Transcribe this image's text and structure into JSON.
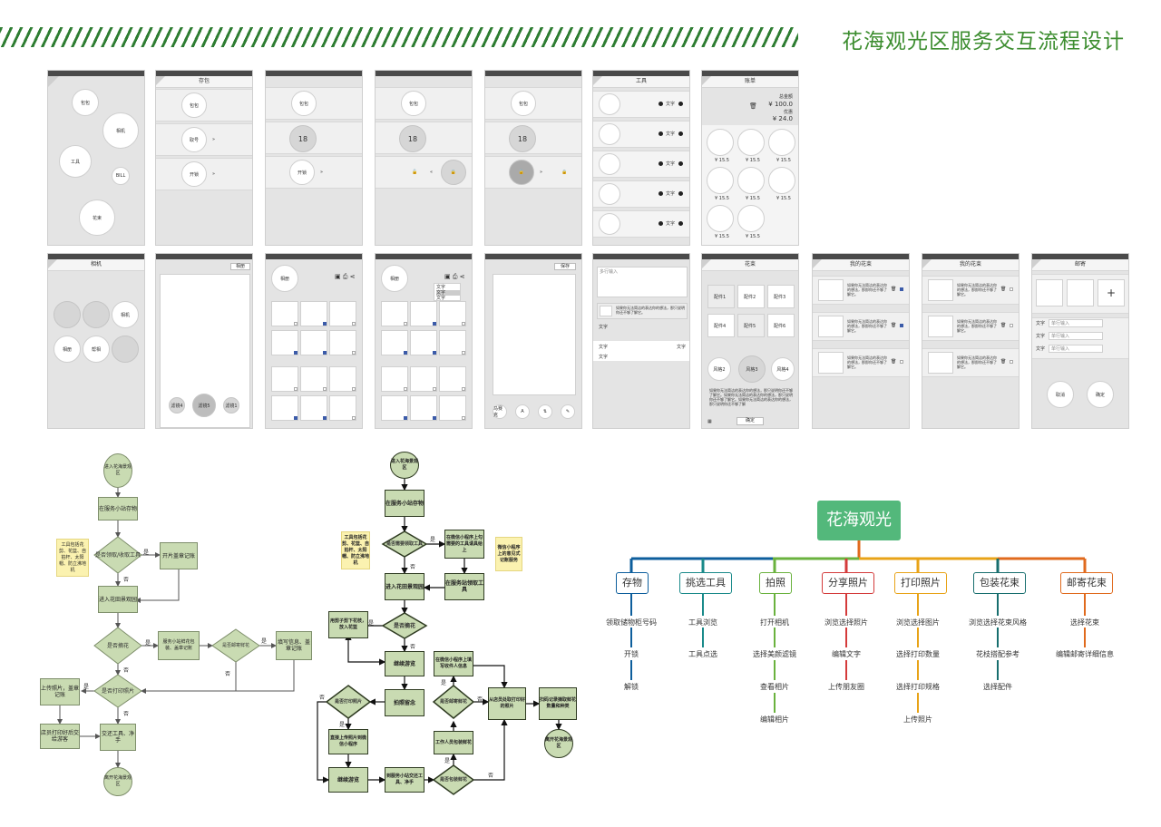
{
  "title": "花海观光区服务交互流程设计",
  "phones": {
    "row1": {
      "p1": {
        "bag": "包包",
        "camera": "相机",
        "tools": "工具",
        "bill": "BILL",
        "flower": "花束"
      },
      "p2": {
        "title": "存包",
        "bag": "包包",
        "take": "取号",
        "unlock": "开锁"
      },
      "p3": {
        "bag": "包包",
        "num": "18",
        "unlock": "开锁"
      },
      "p4": {
        "bag": "包包",
        "num": "18"
      },
      "p5": {
        "bag": "包包",
        "num": "18"
      },
      "p6": {
        "title": "工具",
        "item": "文字"
      },
      "p7": {
        "title": "账单",
        "total_label": "总金额",
        "total": "¥ 100.0",
        "discount_label": "优惠",
        "discount": "¥ 24.0",
        "price": "¥ 15.5"
      }
    },
    "row2": {
      "p1": {
        "title": "相机",
        "camera": "相机",
        "album": "相册",
        "share": "帮相"
      },
      "p2": {
        "btn": "相册",
        "f1": "滤镜4",
        "f2": "滤镜5",
        "f3": "滤镜1"
      },
      "p3": {
        "album": "相册"
      },
      "p4": {
        "album": "相册",
        "menu": "文字"
      },
      "p5": {
        "save": "保存",
        "btn1": "马赛克"
      },
      "p6": {
        "input": "多行输入",
        "desc": "如果你无法简洁的表达你的想法，那只说明你还不够了解它。",
        "text": "文字"
      },
      "p7": {
        "title": "花束",
        "p1": "配件1",
        "p2": "配件2",
        "p3": "配件3",
        "p4": "配件4",
        "p5": "配件5",
        "p6": "配件6",
        "s1": "风格2",
        "s2": "风格3",
        "s3": "风格4",
        "desc": "如果你无法简洁的表达你的想法，那只说明你还不够了解它。如果你无法简洁的表达你的想法，那只说明你还不够了解它。如果你无法简洁的表达你的想法，那只说明你还不够了解",
        "ok": "确定"
      },
      "p8": {
        "title": "我的花束",
        "desc": "如果你无法简洁的表达你的想法，那即你还不够了解它。"
      },
      "p9": {
        "title": "我的花束",
        "desc": "如果你无法简洁的表达你的想法，那即你还不够了解它。"
      },
      "p10": {
        "title": "邮寄",
        "label": "文字",
        "ph": "单行输入",
        "cancel": "取消",
        "ok": "确定"
      }
    }
  },
  "flow1": {
    "start": "进入花海景观区",
    "n1": "在服务小站存物",
    "d1": "是否领取/收取工具",
    "n2": "开片盖章记账",
    "note": "工具包括花剪、花篮、自拍杆、太阳帽、防立沸地机",
    "n3": "进入花田景观园",
    "d2": "是否摘花",
    "n4": "服务小站鲜花包装、盖章记账",
    "d3": "是否邮寄鲜花",
    "n5": "填写信息、盖章记账",
    "d4": "是否打印照片",
    "n6": "上传照片，盖章记账",
    "n7": "店员打印好后交给游客",
    "n8": "交还工具、净手",
    "end": "离开花海景观区",
    "yes": "是",
    "no": "否"
  },
  "flow2": {
    "start": "进入花海景观区",
    "n1": "在服务小站存物",
    "d1": "是否需要领取工具",
    "n2": "在微信小程序上勾需要的工具请具给上",
    "note1": "工具包括花剪、花篮、自拍杆、太阳帽、防立沸地机",
    "note2": "微信小程序上的意见式记账服务",
    "n3": "在服务站领取工具",
    "n4": "进入花田景观园",
    "d2": "是否摘花",
    "n5": "用剪子剪下花枝，放入花篮",
    "n6": "继续游览",
    "n7": "拍照留念",
    "d3": "是否打印照片",
    "n8": "直接上传照片到微信小程序",
    "n9": "继续游览",
    "n10": "在微信小程序上填写收件人信息",
    "d4": "是否邮寄鲜花",
    "n11": "工作人员包装鲜花",
    "d5": "是否包装鲜花",
    "n12": "到服务小站交还工具、净手",
    "n13": "从店员处取打印好的照片",
    "n14": "扫码记录摘取鲜花数量和种类",
    "end": "离开花海景观区",
    "yes": "是",
    "no": "否"
  },
  "mindmap": {
    "root": "花海观光",
    "branches": [
      {
        "label": "存物",
        "color": "#0d5e9c",
        "items": [
          "领取储物柜号码",
          "开锁",
          "解锁"
        ]
      },
      {
        "label": "挑选工具",
        "color": "#1a8a8a",
        "items": [
          "工具浏览",
          "工具点选"
        ]
      },
      {
        "label": "拍照",
        "color": "#6ab23e",
        "items": [
          "打开相机",
          "选择美颜滤镜",
          "查看相片",
          "编辑相片"
        ]
      },
      {
        "label": "分享照片",
        "color": "#d43b3b",
        "items": [
          "浏览选择照片",
          "编辑文字",
          "上传朋友圈"
        ]
      },
      {
        "label": "打印照片",
        "color": "#e8a317",
        "items": [
          "浏览选择图片",
          "选择打印数量",
          "选择打印规格",
          "上传照片"
        ]
      },
      {
        "label": "包装花束",
        "color": "#176e6e",
        "items": [
          "浏览选择花束风格",
          "花枝搭配参考",
          "选择配件"
        ]
      },
      {
        "label": "邮寄花束",
        "color": "#e06a1d",
        "items": [
          "选择花束",
          "编辑邮寄详细信息"
        ]
      }
    ]
  }
}
